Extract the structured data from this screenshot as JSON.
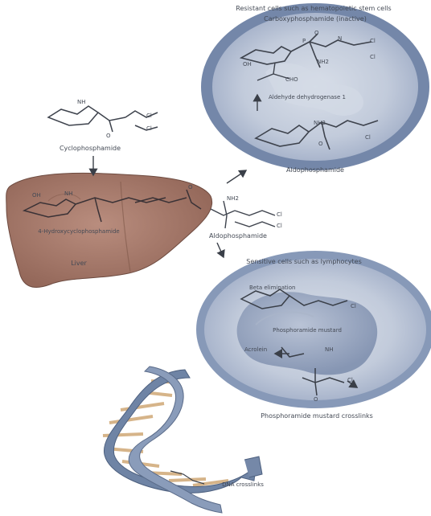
{
  "colors": {
    "liver": "#a87c6e",
    "cell_membrane": "#6f83a6",
    "cell_inner": "#c9d1de",
    "nucleus": "#9aa8c1",
    "dna_backbone": "#6a7f9f",
    "dna_rungs": "#d9b98c",
    "structure_lines": "#4a4f5a"
  },
  "icons": [
    "liver-organ",
    "resistant-cell",
    "sensitive-cell",
    "dna-double-helix",
    "arrow"
  ],
  "labels": {
    "resistant_cells_heading": "Resistant cells such as hematopoietic stem cells",
    "carboxyphosphamide": "Carboxyphosphamide (inactive)",
    "aldehyde_dehydrogenase": "Aldehyde dehydrogenase 1",
    "aldophosphamide_top": "Aldophosphamide",
    "cyclophosphamide": "Cyclophosphamide",
    "liver_metabolite": "4-Hydroxycyclophosphamide",
    "liver": "Liver",
    "aldophosphamide_mid": "Aldophosphamide",
    "sensitive_cells_heading": "Sensitive cells such as lymphocytes",
    "beta_elimination": "Beta elimination",
    "acrolein": "Acrolein",
    "phosphoramide_mustard": "Phosphoramide mustard",
    "phosphoramide_mustard_crosslinks": "Phosphoramide mustard crosslinks",
    "dna_crosslinks": "DNA crosslinks"
  },
  "atoms": {
    "nh": "NH",
    "nh2": "NH2",
    "o": "O",
    "p": "P",
    "n": "N",
    "cl": "Cl",
    "oh": "OH",
    "cho": "CHO"
  }
}
